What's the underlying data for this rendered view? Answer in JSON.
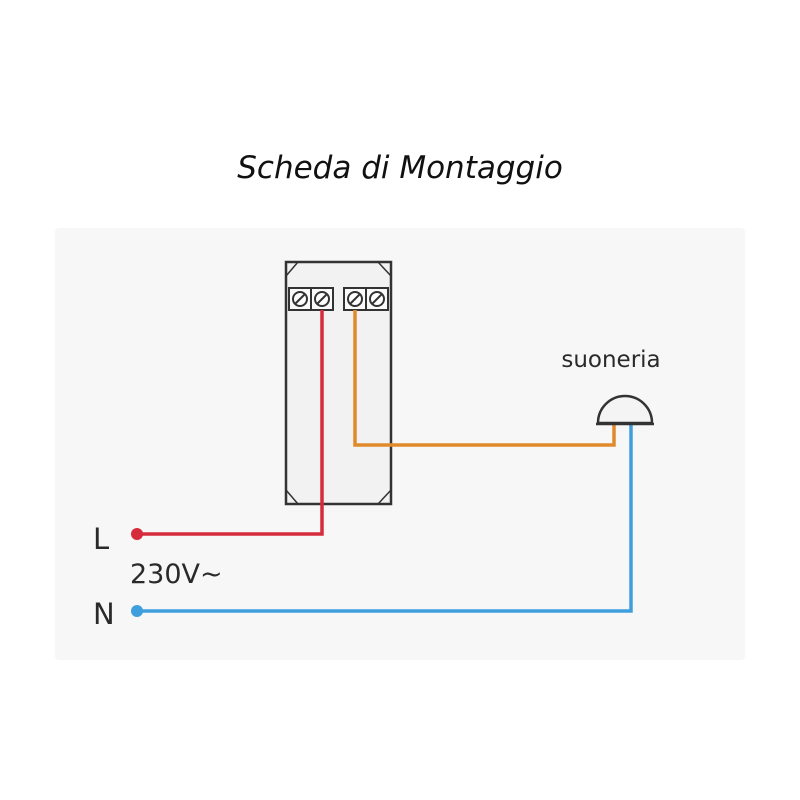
{
  "title": "Scheda di Montaggio",
  "labels": {
    "bell": "suoneria",
    "line": "L",
    "voltage": "230V~",
    "neutral": "N"
  },
  "colors": {
    "line_wire": "#d62b3c",
    "neutral_wire": "#3f9fdd",
    "bell_wire": "#e08a2b",
    "outline": "#333333"
  },
  "components": {
    "module": "switch-module",
    "terminal_count": 4,
    "load": "bell"
  }
}
